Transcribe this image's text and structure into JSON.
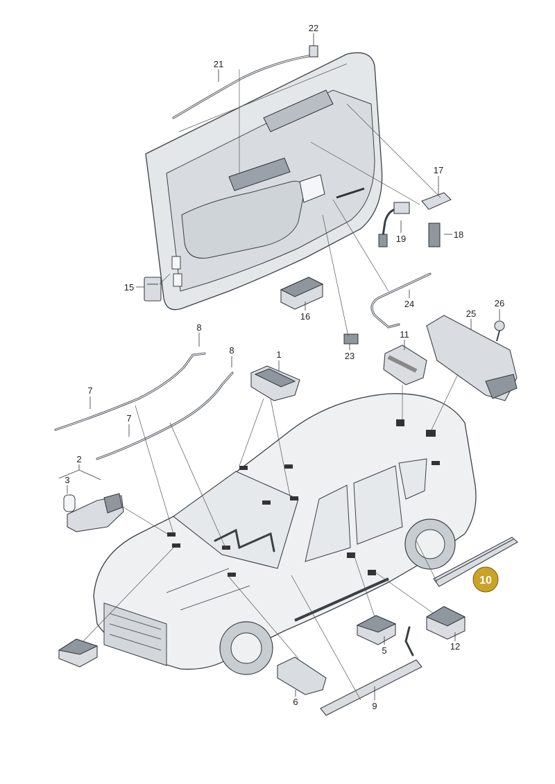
{
  "labels": {
    "l1": "1",
    "l2": "2",
    "l3": "3",
    "l5": "5",
    "l6": "6",
    "l7a": "7",
    "l7b": "7",
    "l8a": "8",
    "l8b": "8",
    "l9": "9",
    "l10": "10",
    "l11": "11",
    "l12": "12",
    "l15": "15",
    "l16": "16",
    "l17": "17",
    "l18": "18",
    "l19": "19",
    "l21": "21",
    "l22": "22",
    "l23": "23",
    "l24": "24",
    "l25": "25",
    "l26": "26"
  },
  "highlight": {
    "part": "10",
    "color": "#c9a227"
  }
}
